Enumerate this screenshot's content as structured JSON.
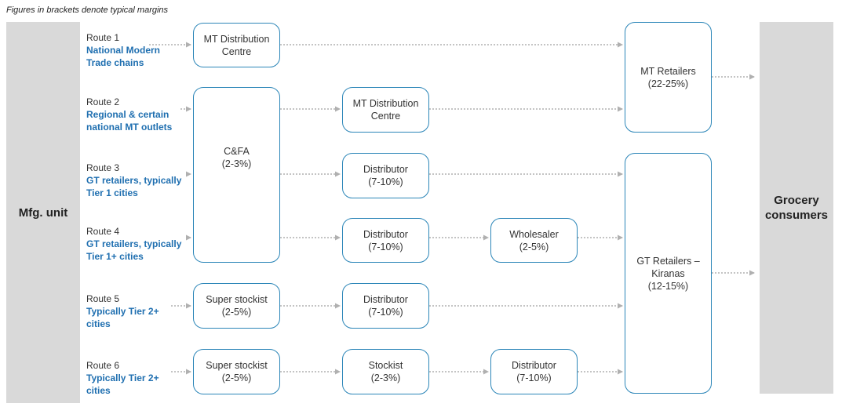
{
  "note": "Figures in brackets denote typical margins",
  "source": "Mfg. unit",
  "sink": [
    "Grocery",
    "consumers"
  ],
  "routes": [
    {
      "label": "Route 1",
      "desc": [
        "National Modern",
        "Trade chains"
      ]
    },
    {
      "label": "Route 2",
      "desc": [
        "Regional & certain",
        "national MT outlets"
      ]
    },
    {
      "label": "Route 3",
      "desc": [
        "GT retailers, typically",
        "Tier 1 cities"
      ]
    },
    {
      "label": "Route 4",
      "desc": [
        "GT retailers, typically",
        "Tier 1+ cities"
      ]
    },
    {
      "label": "Route 5",
      "desc": [
        "Typically Tier 2+",
        "cities"
      ]
    },
    {
      "label": "Route 6",
      "desc": [
        "Typically Tier 2+",
        "cities"
      ]
    }
  ],
  "nodes": {
    "mt_dc_1": [
      "MT Distribution",
      "Centre"
    ],
    "cfa": [
      "C&FA",
      "(2-3%)"
    ],
    "super_stockist_1": [
      "Super stockist",
      "(2-5%)"
    ],
    "super_stockist_2": [
      "Super stockist",
      "(2-5%)"
    ],
    "mt_dc_2": [
      "MT Distribution",
      "Centre"
    ],
    "distributor_1": [
      "Distributor",
      "(7-10%)"
    ],
    "distributor_2": [
      "Distributor",
      "(7-10%)"
    ],
    "distributor_3": [
      "Distributor",
      "(7-10%)"
    ],
    "stockist": [
      "Stockist",
      "(2-3%)"
    ],
    "wholesaler": [
      "Wholesaler",
      "(2-5%)"
    ],
    "distributor_4": [
      "Distributor",
      "(7-10%)"
    ],
    "mt_retailers": [
      "MT Retailers",
      "(22-25%)"
    ],
    "gt_retailers": [
      "GT Retailers –",
      "Kiranas",
      "(12-15%)"
    ]
  },
  "colors": {
    "box_border": "#2c86b8",
    "route_desc": "#1f6fb0",
    "bar_fill": "#d9d9d9",
    "arrow": "#b0b0b0"
  }
}
